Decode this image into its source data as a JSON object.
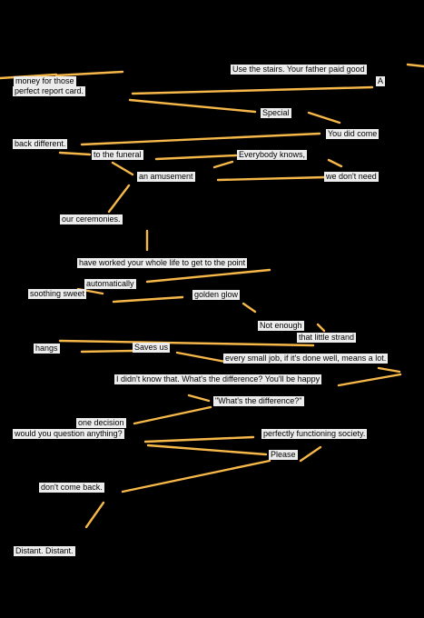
{
  "theme": {
    "background": "#000000",
    "connector_color": "#f7b84a",
    "snippet_background": "#ececec",
    "snippet_text": "#000000"
  },
  "snippets": {
    "use_the_stairs": "Use the stairs. Your father paid good",
    "a": "A",
    "money_for_those": "money for those",
    "perfect_report_card": "perfect report card.",
    "special": "Special",
    "you_did_come": "You did come",
    "back_different": "back different.",
    "to_the_funeral": "to the funeral",
    "everybody_knows": "Everybody knows,",
    "an_amusement": "an amusement",
    "we_dont_need": "we don't need",
    "our_ceremonies": "our ceremonies.",
    "have_worked": "have worked your whole life to get to the point",
    "automatically": "automatically",
    "soothing_sweet": "soothing sweet",
    "golden_glow": "golden glow",
    "not_enough": "Not enough",
    "that_little_strand": "that little strand",
    "hangs": "hangs",
    "saves_us": "Saves us",
    "every_small_job": "every small job, if it's done well, means a lot.",
    "i_didnt_know": "I didn't know that. What's the difference? You'll be happy",
    "whats_the_difference": "\"What's the difference?\"",
    "one_decision": "one decision",
    "would_you_question": "would you question anything?",
    "perfectly_functioning": "perfectly functioning society.",
    "please": "Please",
    "dont_come_back": "don't come back.",
    "distant": "Distant. Distant."
  }
}
